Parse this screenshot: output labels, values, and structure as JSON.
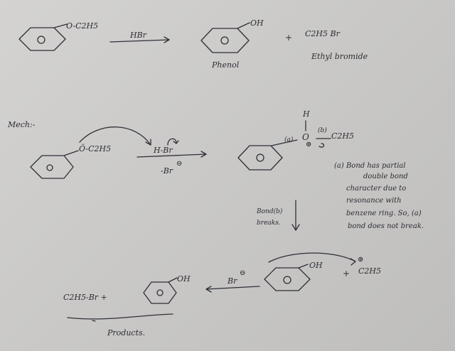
{
  "reaction": {
    "reactant_substituent": "O-C2H5",
    "reagent": "HBr",
    "product1_oh": "OH",
    "plus": "+",
    "product2_formula": "C2H5 Br",
    "product1_name": "Phenol",
    "product2_name": "Ethyl bromide"
  },
  "mechanism": {
    "heading": "Mech:-",
    "ether_o": "Ö-C2H5",
    "reagent_hbr": "H-Br",
    "loss": "-Br",
    "charge_minus": "⊖",
    "protonated": {
      "h": "H",
      "o": "O",
      "bond_a": "(a)",
      "bond_b": "(b)",
      "ethyl": "C2H5",
      "charge_plus": "⊕"
    },
    "note_lines": [
      "(a) Bond has partial",
      "double bond",
      "character due to",
      "resonance with",
      "benzene ring. So, (a)",
      "bond does not break."
    ],
    "breaks_label": [
      "Bond(b)",
      "breaks."
    ],
    "step3": {
      "phenol_oh": "OH",
      "plus": "+",
      "charge_plus": "⊕",
      "ethyl_cation": "C2H5",
      "bromide": "Br",
      "charge_minus": "⊖"
    },
    "final": {
      "ethyl_bromide": "C2H5-Br +",
      "phenol_oh": "OH",
      "products_label": "Products."
    }
  }
}
